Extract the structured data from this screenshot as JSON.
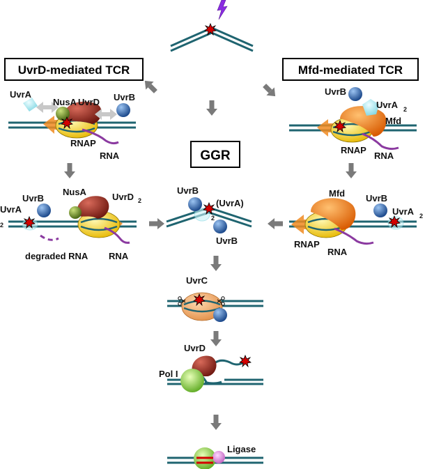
{
  "colors": {
    "dna": "#1f6470",
    "arrow": "#7a7a7a",
    "lesion": "#d40000",
    "lightning": "#8a2be2",
    "rnap": "#f4d11e",
    "uvrd": "#8c2a22",
    "nusa": "#6f8f2a",
    "uvrb": "#2d63a8",
    "uvra": "#9fe4ee",
    "mfd": "#f07a12",
    "uvrc": "#f2a86a",
    "rna": "#8b3aa0",
    "pol": "#8fd24a",
    "ligase": "#d98ad8",
    "motion": "#f08a20"
  },
  "labels": {
    "uvrd_tcr": "UvrD-mediated TCR",
    "mfd_tcr": "Mfd-mediated TCR",
    "ggr": "GGR",
    "uvra": "UvrA",
    "nusa": "NusA",
    "uvrd": "UvrD",
    "uvrb": "UvrB",
    "rnap": "RNAP",
    "rna": "RNA",
    "uvra2_base": "UvrA",
    "sub2": "2",
    "mfd": "Mfd",
    "uvrd2_base": "UvrD",
    "degraded_rna": "degraded RNA",
    "uvra_paren": "(UvrA)",
    "uvrc": "UvrC",
    "pol_i": "Pol I",
    "ligase": "Ligase"
  }
}
